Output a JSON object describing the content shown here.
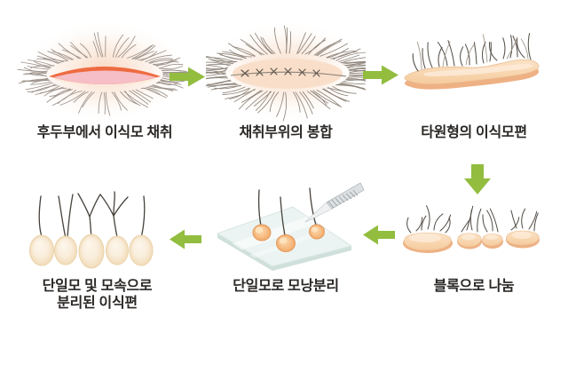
{
  "colors": {
    "background": "#ffffff",
    "arrow_green": "#92bd3f",
    "label_text": "#2a2725",
    "wound_red": "#ee6b41",
    "wound_pink": "#f6bec6",
    "skin_light": "#f9dcba",
    "skin_shadow": "#eeb184",
    "radial_hair_gray": "#9b9189",
    "dark_hair": "#46413b",
    "slide_glass": "#ebf4f2",
    "follicle_orange": "#f7c18c",
    "graft_cream": "#faeedd"
  },
  "steps": [
    {
      "order": 1,
      "label": "후두부에서 이식모 채취",
      "illustration": "scalp-excision-with-hair"
    },
    {
      "order": 2,
      "label": "채취부위의 봉합",
      "illustration": "sutured-donor-site"
    },
    {
      "order": 3,
      "label": "타원형의 이식모편",
      "illustration": "elliptical-donor-strip"
    },
    {
      "order": 4,
      "label": "블록으로 나눔",
      "illustration": "strip-divided-into-blocks"
    },
    {
      "order": 5,
      "label": "단일모로 모낭분리",
      "illustration": "follicle-separation-on-slide"
    },
    {
      "order": 6,
      "label": "단일모 및 모속으로 분리된 이식편",
      "label_line1": "단일모 및 모속으로",
      "label_line2": "분리된 이식편",
      "illustration": "separated-single-grafts"
    }
  ],
  "arrows": [
    {
      "direction": "right",
      "between": "step1-step2"
    },
    {
      "direction": "right",
      "between": "step2-step3"
    },
    {
      "direction": "down",
      "between": "step3-step4"
    },
    {
      "direction": "left",
      "between": "step4-step5"
    },
    {
      "direction": "left",
      "between": "step5-step6"
    }
  ]
}
